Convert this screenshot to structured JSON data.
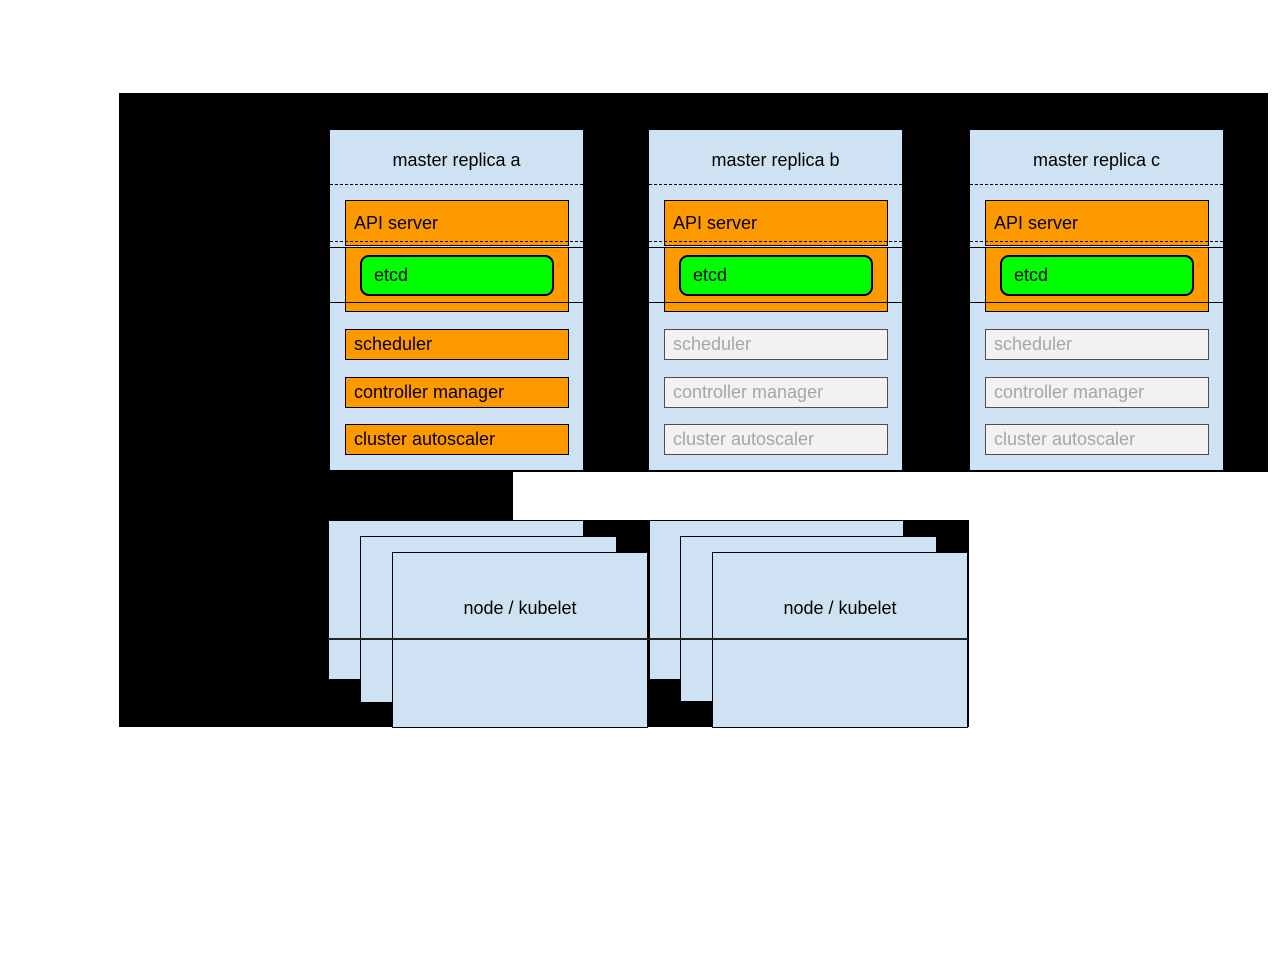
{
  "diagram": {
    "masters": [
      {
        "title": "master replica a",
        "api_server_label": "API server",
        "etcd_label": "etcd",
        "scheduler_label": "scheduler",
        "controller_manager_label": "controller manager",
        "cluster_autoscaler_label": "cluster autoscaler",
        "state": "active"
      },
      {
        "title": "master replica b",
        "api_server_label": "API server",
        "etcd_label": "etcd",
        "scheduler_label": "scheduler",
        "controller_manager_label": "controller manager",
        "cluster_autoscaler_label": "cluster autoscaler",
        "state": "standby"
      },
      {
        "title": "master replica c",
        "api_server_label": "API server",
        "etcd_label": "etcd",
        "scheduler_label": "scheduler",
        "controller_manager_label": "controller manager",
        "cluster_autoscaler_label": "cluster autoscaler",
        "state": "standby"
      }
    ],
    "nodes": [
      {
        "label": "node / kubelet"
      },
      {
        "label": "node / kubelet"
      }
    ],
    "colors": {
      "canvas_background": "#000000",
      "panel_blue": "#cfe2f3",
      "active_orange": "#ff9900",
      "etcd_green": "#00ff00",
      "inactive_fill": "#f2f2f2",
      "inactive_border": "#4d4d4d",
      "inactive_text": "#a6a6a6"
    }
  }
}
